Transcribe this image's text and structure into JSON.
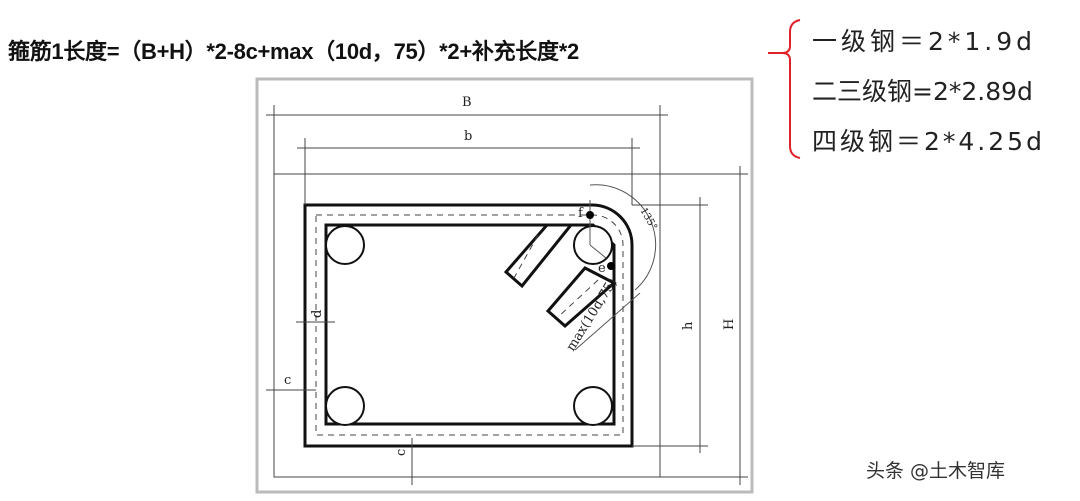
{
  "formula": {
    "text": "箍筋1长度=（B+H）*2-8c+max（10d，75）*2+补充长度*2"
  },
  "grades": [
    {
      "text": "一级钢＝2*1.9d"
    },
    {
      "text": "二三级钢=2*2.89d"
    },
    {
      "text": "四级钢＝2*4.25d"
    }
  ],
  "brace_color": "#e0202a",
  "drawing": {
    "labels": {
      "B": "B",
      "b": "b",
      "h": "h",
      "H": "H",
      "c_left": "c",
      "c_bottom": "c",
      "d": "d",
      "f": "f",
      "e": "e",
      "angle": "135°",
      "hook": "max(10d,75)"
    }
  },
  "watermark": "头条 @土木智库"
}
